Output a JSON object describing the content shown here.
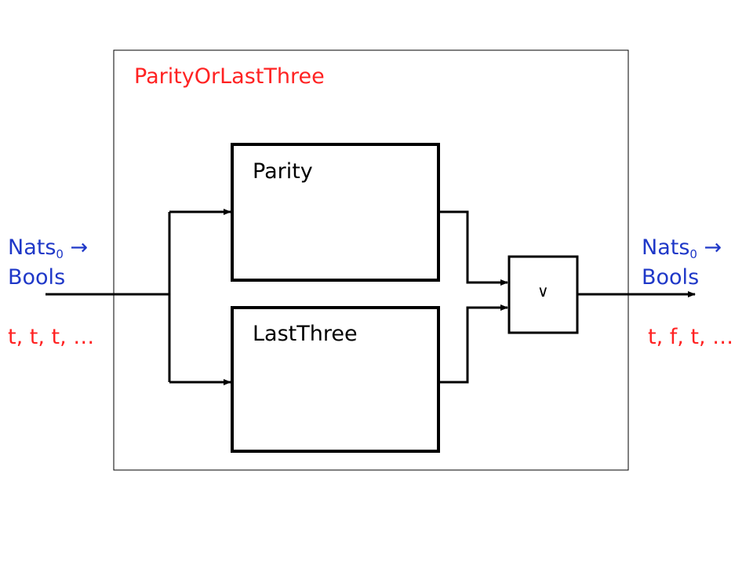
{
  "outer": {
    "title": "ParityOrLastThree"
  },
  "blocks": {
    "parity": "Parity",
    "last_three": "LastThree"
  },
  "or_gate": {
    "symbol": "∨"
  },
  "input": {
    "type_name": "Nats",
    "subscript": "0",
    "arrow": "→",
    "codomain": "Bools",
    "sample": "t, t, t, …"
  },
  "output": {
    "type_name": "Nats",
    "subscript": "0",
    "arrow": "→",
    "codomain": "Bools",
    "sample": "t, f, t, …"
  },
  "colors": {
    "title": "#ff2222",
    "types": "#1f38c8",
    "lines": "#000000"
  }
}
